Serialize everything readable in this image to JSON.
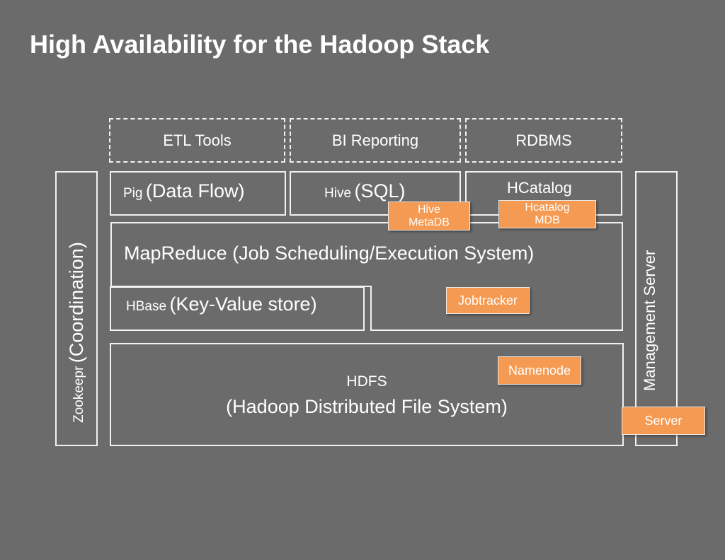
{
  "title": "High Availability for the Hadoop Stack",
  "top_row": {
    "etl": "ETL Tools",
    "bi": "BI Reporting",
    "rdbms": "RDBMS"
  },
  "pig": {
    "prefix": "Pig",
    "main": "(Data Flow)"
  },
  "hive": {
    "prefix": "Hive",
    "main": "(SQL)"
  },
  "hcatalog": "HCatalog",
  "mapreduce": "MapReduce (Job Scheduling/Execution System)",
  "hbase": {
    "prefix": "HBase",
    "main": "(Key-Value store)"
  },
  "hdfs": {
    "line1": "HDFS",
    "line2": "(Hadoop Distributed File System)"
  },
  "zookeeper": {
    "prefix": "Zookeepr",
    "main": "(Coordination)"
  },
  "management": "Management Server",
  "ha_components": {
    "hive_metadb": [
      "Hive",
      "MetaDB"
    ],
    "hcatalog_mdb": [
      "Hcatalog",
      "MDB"
    ],
    "jobtracker": "Jobtracker",
    "namenode": "Namenode",
    "server": "Server"
  },
  "colors": {
    "background": "#6b6b6b",
    "outline": "#f2f2f2",
    "highlight": "#f59a52",
    "text": "#ffffff"
  }
}
